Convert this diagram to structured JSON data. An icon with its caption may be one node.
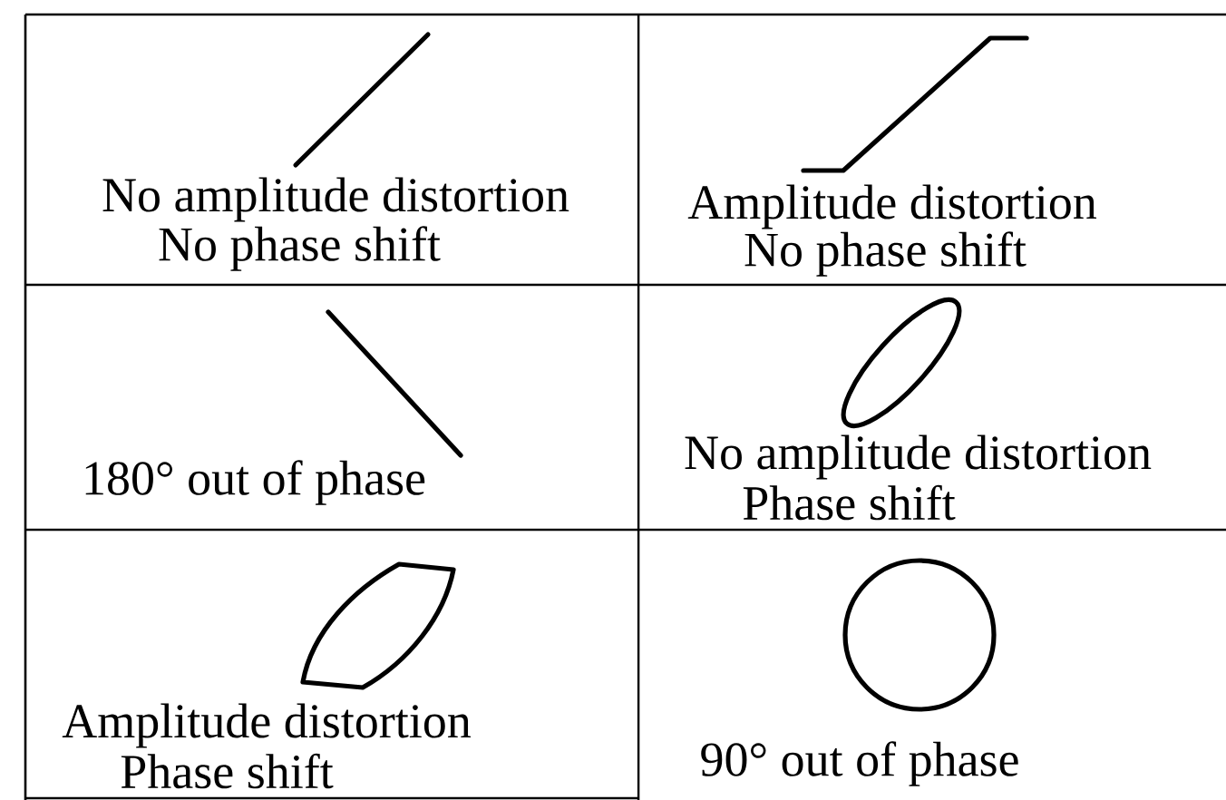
{
  "diagram": {
    "labels": [
      "No amplitude distortion",
      "No phase shift",
      "Amplitude distortion",
      "No phase shift",
      "180° out of phase",
      "No amplitude distortion",
      "Phase shift",
      "Amplitude distortion",
      "Phase shift",
      "90° out of phase"
    ]
  }
}
